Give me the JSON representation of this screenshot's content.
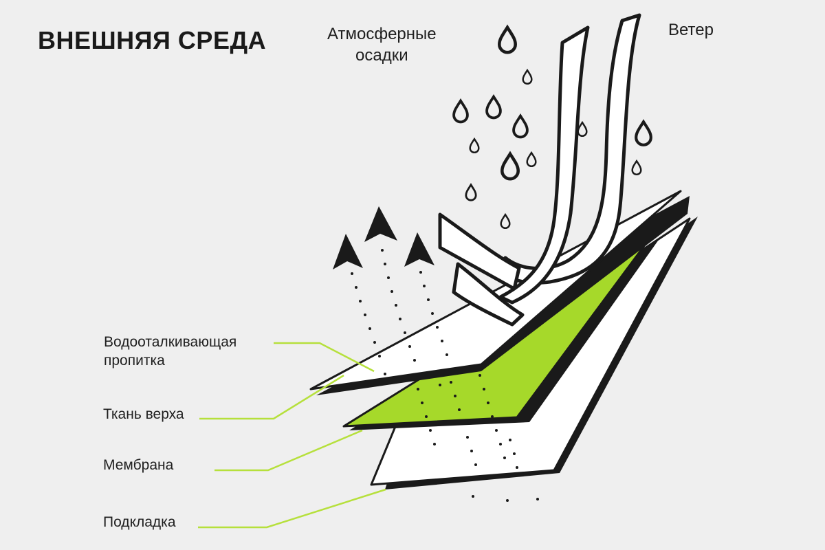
{
  "title": "ВНЕШНЯЯ СРЕДА",
  "labels": {
    "precipitation_line1": "Атмосферные",
    "precipitation_line2": "осадки",
    "wind": "Ветер",
    "impregnation_line1": "Водооталкивающая",
    "impregnation_line2": "пропитка",
    "outer_fabric": "Ткань верха",
    "membrane": "Мембрана",
    "lining": "Подкладка"
  },
  "colors": {
    "background": "#efefef",
    "membrane": "#a6d92a",
    "leader_lines": "#b6e03c",
    "outline": "#1a1a1a",
    "layer_fill": "#ffffff"
  },
  "icons": [
    "raindrop-icon",
    "wind-stream-icon",
    "vapor-arrow-icon"
  ]
}
